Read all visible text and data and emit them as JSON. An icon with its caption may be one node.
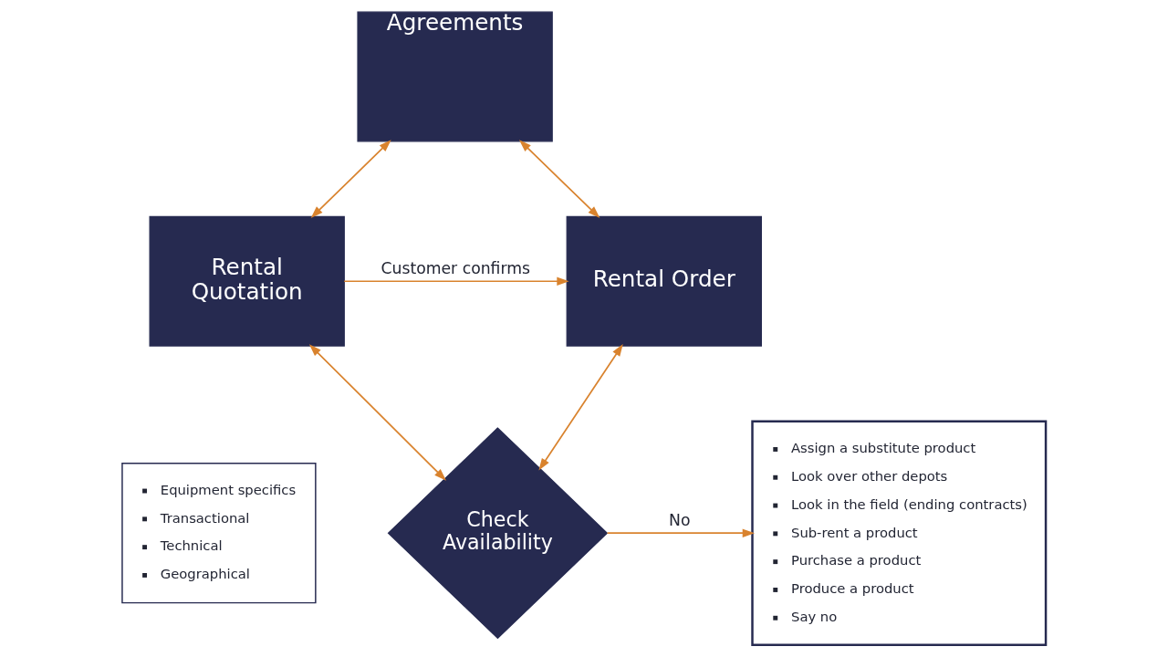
{
  "diagram": {
    "nodes": [
      {
        "text": [
          "Agreements"
        ]
      },
      {
        "text": [
          "Rental Quotation"
        ]
      },
      {
        "text": [
          "Rental Order"
        ]
      },
      {
        "text": [
          "Check Availability"
        ]
      },
      {
        "text": [
          "Equipment specifics",
          "Transactional",
          "Technical",
          "Geographical"
        ]
      },
      {
        "text": [
          "Assign a substitute product",
          "Look over other depots",
          "Look in the field (ending contracts)",
          "Sub-rent a product",
          "Purchase a product",
          "Produce a product",
          "Say no"
        ]
      }
    ],
    "edges": [
      {
        "from": 0,
        "to": 1,
        "arrow": "both"
      },
      {
        "from": 0,
        "to": 2,
        "arrow": "both"
      },
      {
        "from": 1,
        "to": 2,
        "arrow": "to",
        "label": "Customer confirms"
      },
      {
        "from": 1,
        "to": 3,
        "arrow": "both"
      },
      {
        "from": 2,
        "to": 3,
        "arrow": "both"
      },
      {
        "from": 3,
        "to": 5,
        "arrow": "to",
        "label": "No"
      }
    ]
  }
}
